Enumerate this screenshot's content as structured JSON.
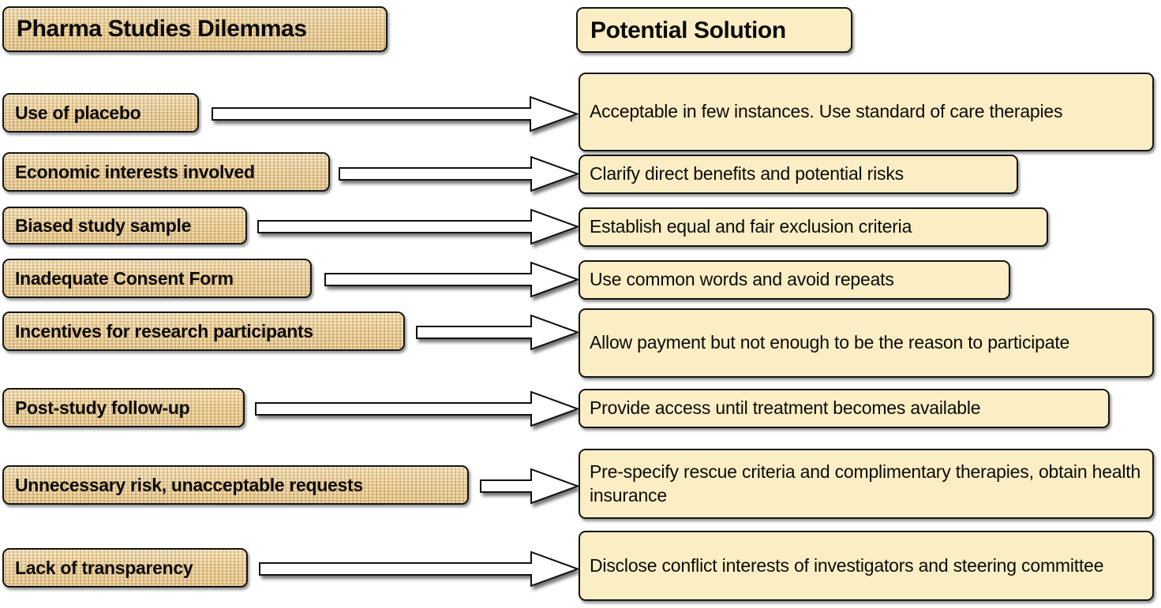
{
  "diagram": {
    "title_left": "Pharma Studies Dilemmas",
    "title_right": "Potential Solution",
    "colors": {
      "left_box_fill": "#e7c581",
      "right_box_fill": "#fceec4",
      "border": "#141414",
      "text": "#0a0a0a",
      "arrow_fill": "#ffffff",
      "background": "#ffffff"
    },
    "rows": [
      {
        "dilemma": "Use of placebo",
        "solution": "Acceptable in few instances. Use standard of care therapies",
        "arrow": "arrow-right-icon"
      },
      {
        "dilemma": "Economic interests involved",
        "solution": "Clarify direct benefits and potential risks",
        "arrow": "arrow-right-icon"
      },
      {
        "dilemma": "Biased study sample",
        "solution": "Establish equal and fair exclusion criteria",
        "arrow": "arrow-right-icon"
      },
      {
        "dilemma": "Inadequate Consent Form",
        "solution": "Use common words and avoid repeats",
        "arrow": "arrow-right-icon"
      },
      {
        "dilemma": "Incentives for research participants",
        "solution": "Allow payment but  not enough to be the reason to participate",
        "arrow": "arrow-right-icon"
      },
      {
        "dilemma": "Post-study follow-up",
        "solution": "Provide access until treatment becomes available",
        "arrow": "arrow-right-icon"
      },
      {
        "dilemma": "Unnecessary risk, unacceptable requests",
        "solution": "Pre-specify rescue criteria and complimentary therapies, obtain health insurance",
        "arrow": "arrow-right-icon"
      },
      {
        "dilemma": "Lack of transparency",
        "solution": "Disclose conflict interests of investigators and steering committee",
        "arrow": "arrow-right-icon"
      }
    ]
  }
}
